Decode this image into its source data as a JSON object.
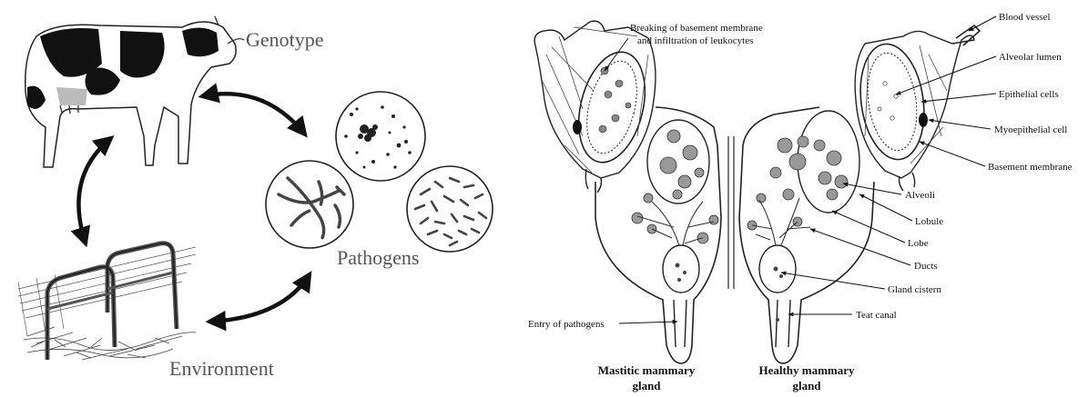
{
  "left_panel": {
    "labels": {
      "genotype": "Genotype",
      "pathogens": "Pathogens",
      "environment": "Environment"
    }
  },
  "right_panel": {
    "annotations": {
      "breaking_1": "Breaking of basement membrane",
      "breaking_2": "and infiltration of leukocytes",
      "blood_vessel": "Blood vessel",
      "alveolar_lumen": "Alveolar lumen",
      "epithelial_cells": "Epithelial cells",
      "myoepithelial_cell": "Myoepithelial cell",
      "basement_membrane": "Basement membrane",
      "alveoli": "Alveoli",
      "lobule": "Lobule",
      "lobe": "Lobe",
      "ducts": "Ducts",
      "gland_cistern": "Gland cistern",
      "teat_canal": "Teat canal",
      "entry_of_pathogens": "Entry of pathogens"
    },
    "captions": {
      "mastitic_1": "Mastitic mammary",
      "mastitic_2": "gland",
      "healthy_1": "Healthy mammary",
      "healthy_2": "gland"
    }
  }
}
